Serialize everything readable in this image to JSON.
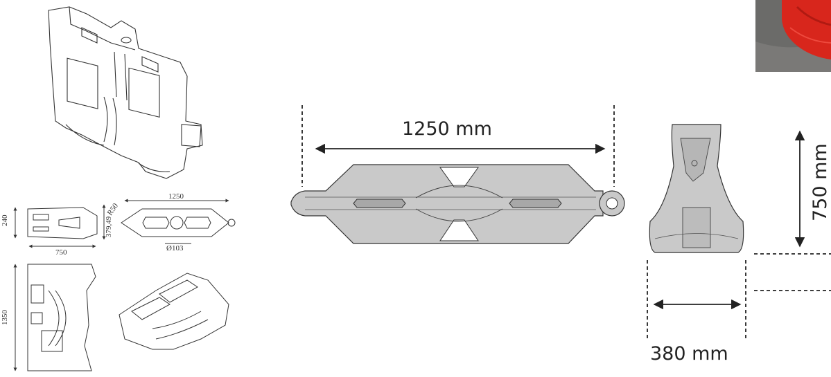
{
  "drawing_sheet": {
    "dimensions": {
      "height_240": "240",
      "width_379": "379,49",
      "depth_750": "750",
      "length_1250": "1250",
      "radius_r50": "R50",
      "hole_103": "Ø103",
      "height_1350": "1350"
    }
  },
  "dimension_views": {
    "top_length": "1250 mm",
    "side_height": "750 mm",
    "side_base": "380 mm"
  },
  "colors": {
    "line": "#222222",
    "fill_gray": "#c9c9c9",
    "fill_gray_dark": "#a8a8a8",
    "photo_red": "#d8261c",
    "photo_asphalt": "#6b6b69"
  }
}
